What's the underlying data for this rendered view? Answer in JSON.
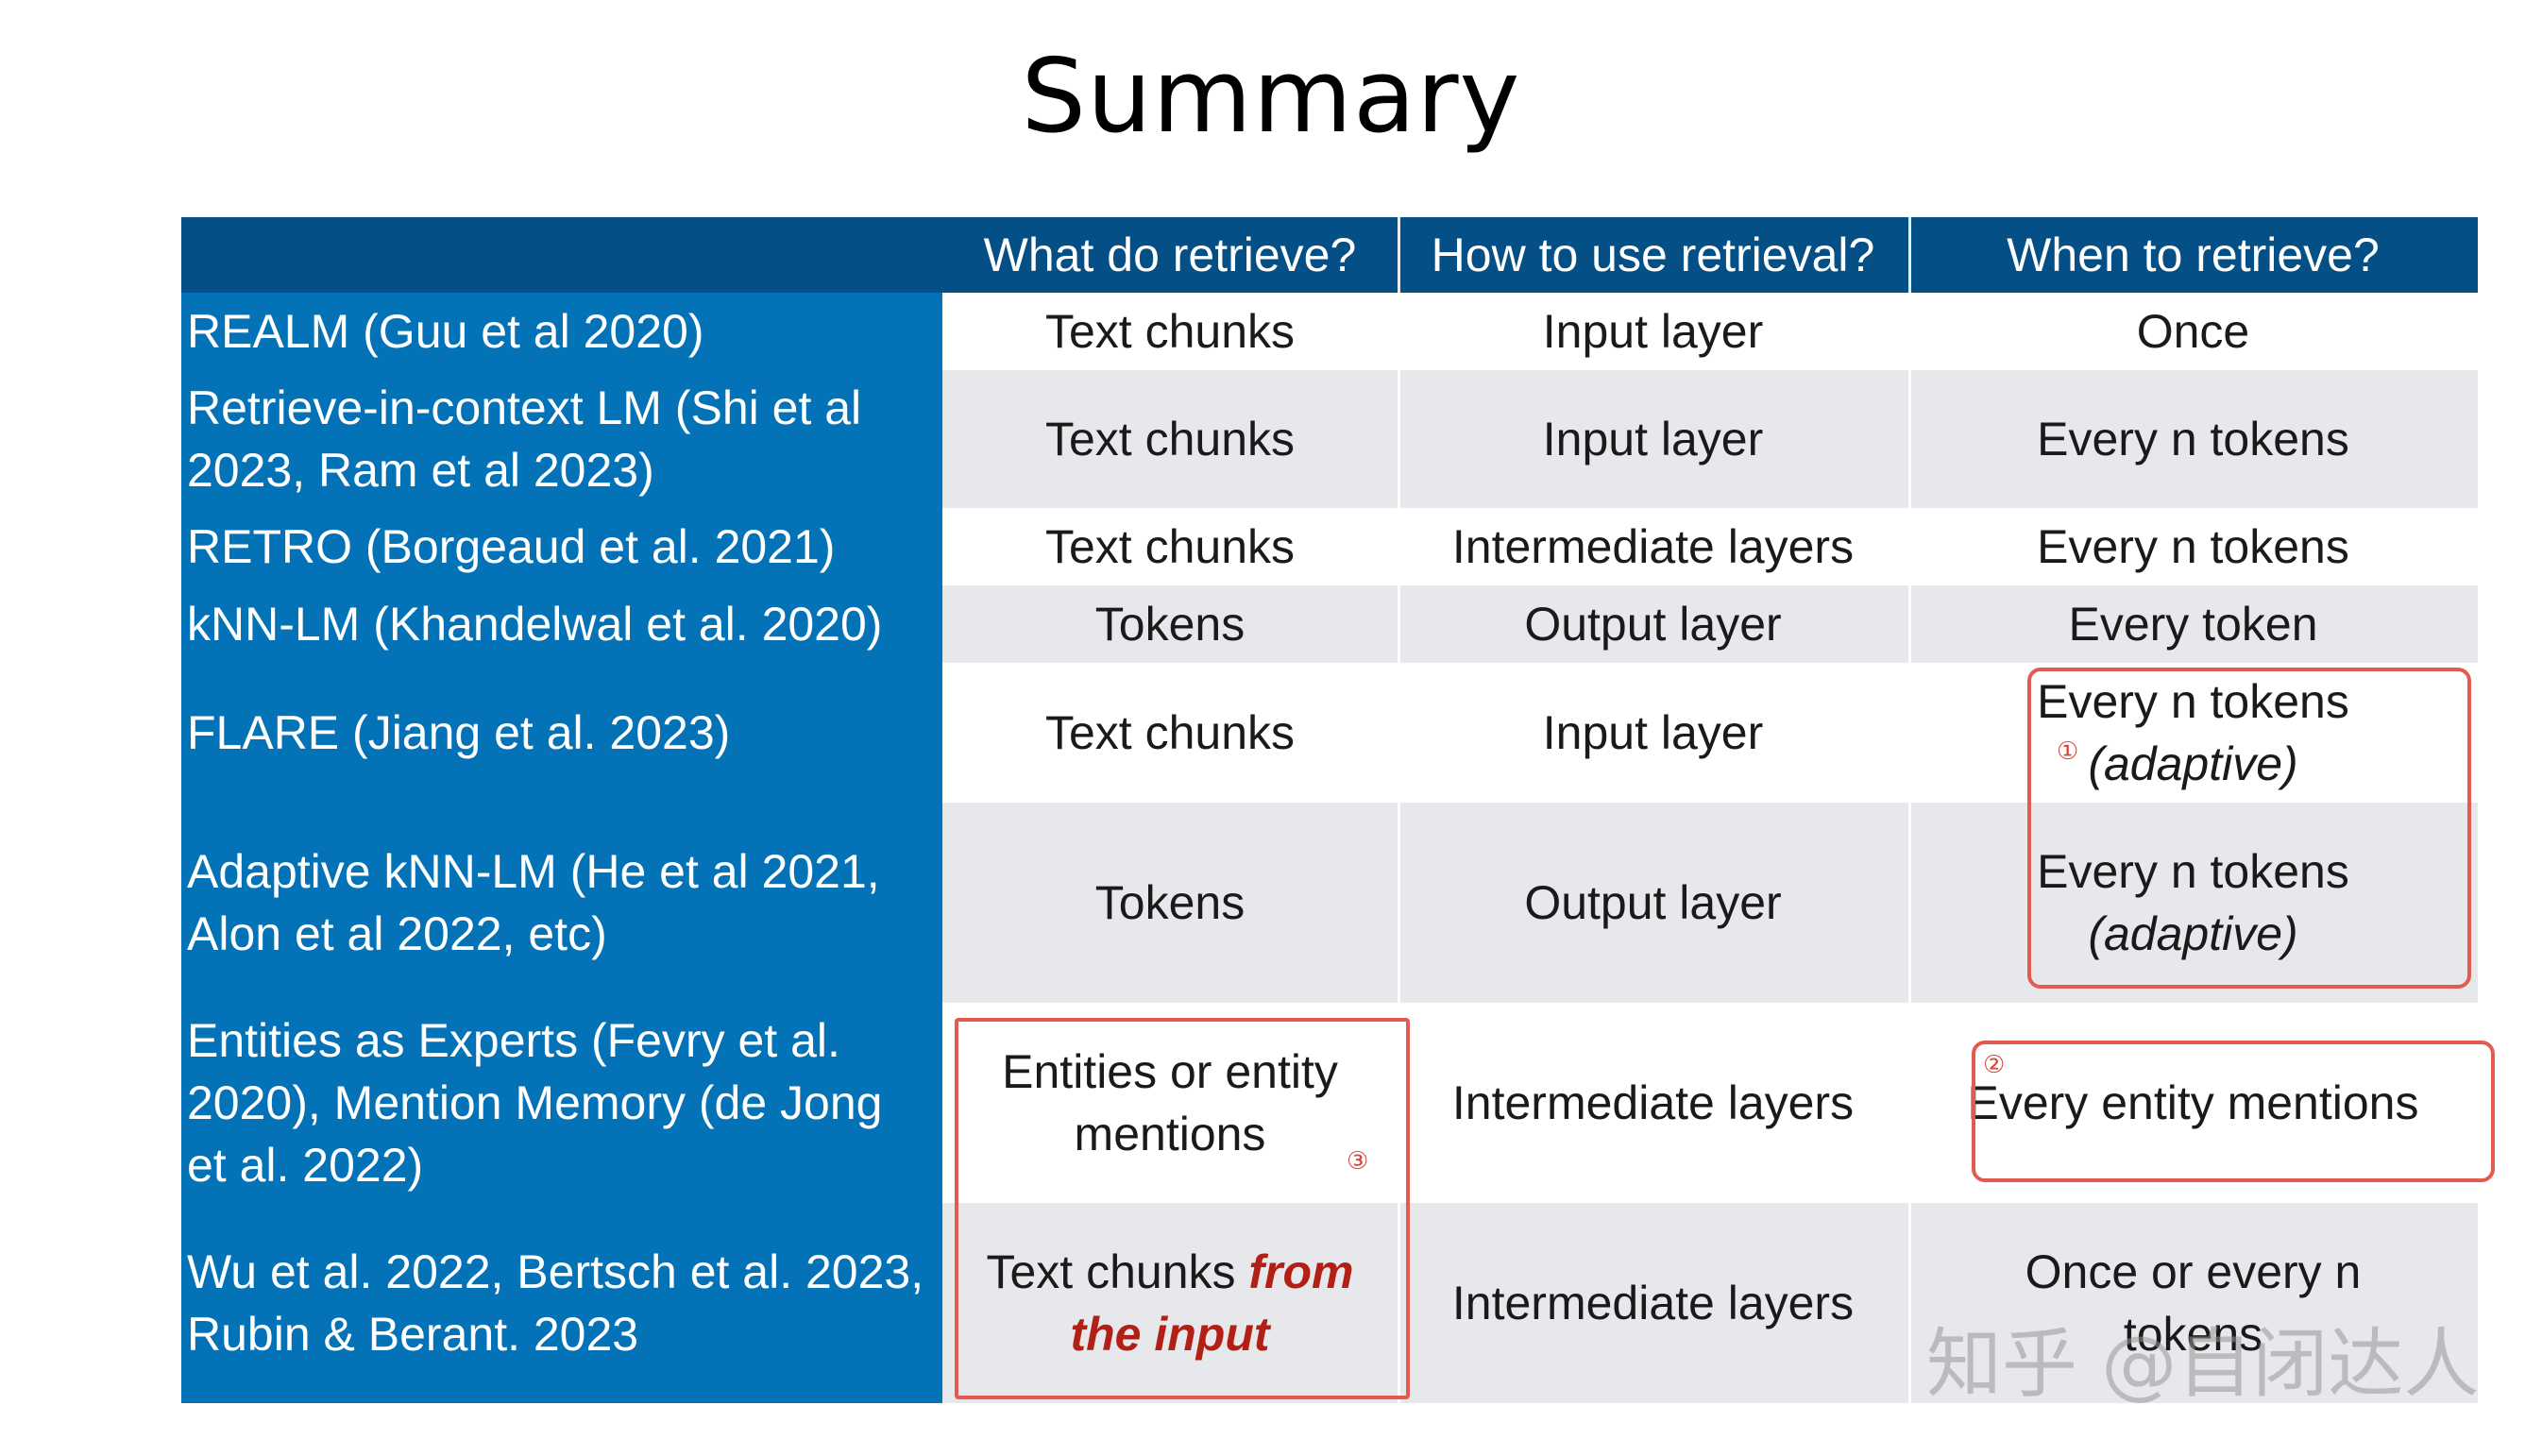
{
  "title": "Summary",
  "table": {
    "headers": [
      "",
      "What do retrieve?",
      "How to use retrieval?",
      "When to retrieve?"
    ],
    "rows": [
      {
        "method": "REALM (Guu et al 2020)",
        "what": "Text chunks",
        "how": "Input layer",
        "when": "Once"
      },
      {
        "method": "Retrieve-in-context LM (Shi et al 2023, Ram et al 2023)",
        "what": "Text chunks",
        "how": "Input layer",
        "when": "Every n tokens"
      },
      {
        "method": "RETRO (Borgeaud et al. 2021)",
        "what": "Text chunks",
        "how": "Intermediate layers",
        "when": "Every n tokens"
      },
      {
        "method": "kNN-LM (Khandelwal et al. 2020)",
        "what": "Tokens",
        "how": "Output layer",
        "when": "Every token"
      },
      {
        "method": "FLARE (Jiang et al. 2023)",
        "what": "Text chunks",
        "how": "Input layer",
        "when": "Every n tokens",
        "when_note": "(adaptive)"
      },
      {
        "method": "Adaptive kNN-LM (He et al 2021, Alon et al 2022, etc)",
        "what": "Tokens",
        "how": "Output layer",
        "when": "Every n tokens",
        "when_note": "(adaptive)"
      },
      {
        "method": "Entities as Experts (Fevry et al. 2020), Mention Memory (de Jong et al. 2022)",
        "what": "Entities or entity mentions",
        "how": "Intermediate layers",
        "when": "Every entity mentions"
      },
      {
        "method": "Wu et al. 2022, Bertsch et al. 2023, Rubin & Berant. 2023",
        "what": "Text chunks ",
        "what_highlight": "from the input",
        "how": "Intermediate layers",
        "when": "Once or every n tokens"
      }
    ]
  },
  "annotations": {
    "mark1": "①",
    "mark2": "②",
    "mark3": "③"
  },
  "watermark": "知乎 @自闭达人",
  "colors": {
    "header_bg": "#044f86",
    "method_bg": "#0372b7",
    "row_gray": "#e7e8ec",
    "highlight_red": "#b22015",
    "box_red": "#e55a4e"
  }
}
